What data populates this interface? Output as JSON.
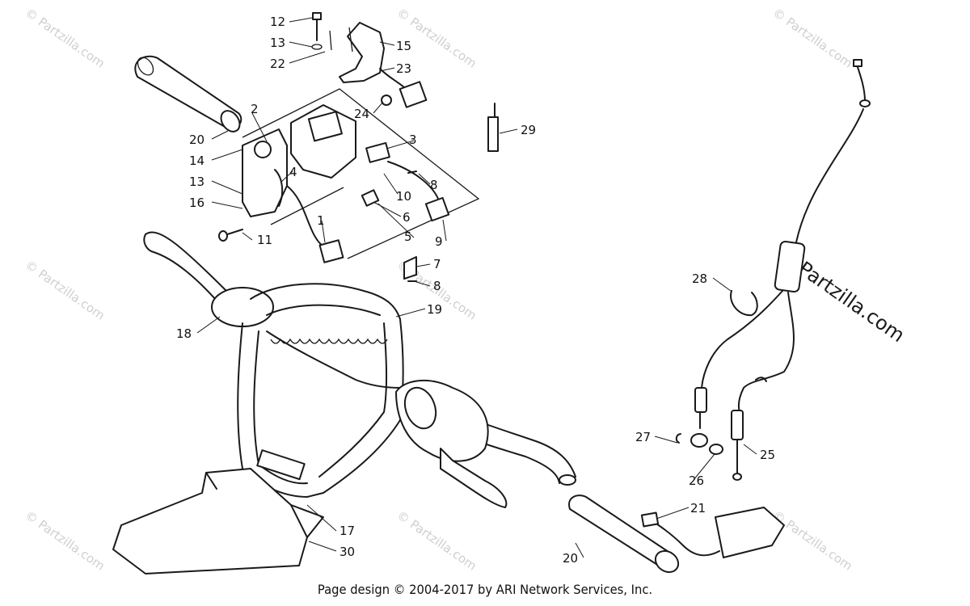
{
  "watermark": {
    "text": "© Partzilla.com",
    "large_text": "© Partzilla.com"
  },
  "callouts": [
    {
      "id": "c12",
      "label": "12"
    },
    {
      "id": "c13a",
      "label": "13"
    },
    {
      "id": "c22",
      "label": "22"
    },
    {
      "id": "c15",
      "label": "15"
    },
    {
      "id": "c23",
      "label": "23"
    },
    {
      "id": "c24",
      "label": "24"
    },
    {
      "id": "c29",
      "label": "29"
    },
    {
      "id": "c2",
      "label": "2"
    },
    {
      "id": "c3",
      "label": "3"
    },
    {
      "id": "c20a",
      "label": "20"
    },
    {
      "id": "c14",
      "label": "14"
    },
    {
      "id": "c4",
      "label": "4"
    },
    {
      "id": "c8a",
      "label": "8"
    },
    {
      "id": "c10",
      "label": "10"
    },
    {
      "id": "c13b",
      "label": "13"
    },
    {
      "id": "c16",
      "label": "16"
    },
    {
      "id": "c6",
      "label": "6"
    },
    {
      "id": "c1",
      "label": "1"
    },
    {
      "id": "c5",
      "label": "5"
    },
    {
      "id": "c9",
      "label": "9"
    },
    {
      "id": "c11",
      "label": "11"
    },
    {
      "id": "c7",
      "label": "7"
    },
    {
      "id": "c8b",
      "label": "8"
    },
    {
      "id": "c19",
      "label": "19"
    },
    {
      "id": "c18",
      "label": "18"
    },
    {
      "id": "c28",
      "label": "28"
    },
    {
      "id": "c27",
      "label": "27"
    },
    {
      "id": "c25",
      "label": "25"
    },
    {
      "id": "c26",
      "label": "26"
    },
    {
      "id": "c21",
      "label": "21"
    },
    {
      "id": "c17",
      "label": "17"
    },
    {
      "id": "c30",
      "label": "30"
    },
    {
      "id": "c20b",
      "label": "20"
    }
  ],
  "footer": "Page design © 2004-2017 by ARI Network Services, Inc."
}
